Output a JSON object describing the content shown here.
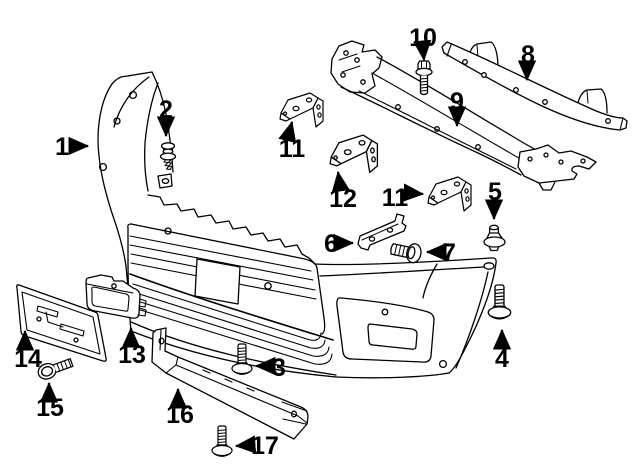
{
  "colors": {
    "background": "#ffffff",
    "line": "#000000"
  },
  "callouts": [
    {
      "label": "1"
    },
    {
      "label": "2"
    },
    {
      "label": "3"
    },
    {
      "label": "4"
    },
    {
      "label": "5"
    },
    {
      "label": "6"
    },
    {
      "label": "7"
    },
    {
      "label": "8"
    },
    {
      "label": "9"
    },
    {
      "label": "10"
    },
    {
      "label": "11"
    },
    {
      "label": "11"
    },
    {
      "label": "12"
    },
    {
      "label": "13"
    },
    {
      "label": "14"
    },
    {
      "label": "15"
    },
    {
      "label": "16"
    },
    {
      "label": "17"
    }
  ]
}
